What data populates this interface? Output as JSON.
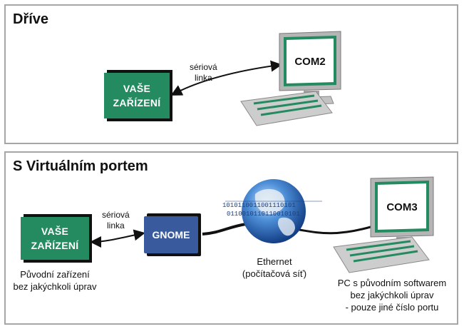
{
  "top_panel": {
    "title": "Dříve",
    "device_line1": "VAŠE",
    "device_line2": "ZAŘÍZENÍ",
    "link_line1": "sériová",
    "link_line2": "linka",
    "pc_screen_label": "COM2"
  },
  "bottom_panel": {
    "title": "S Virtuálním portem",
    "device_line1": "VAŠE",
    "device_line2": "ZAŘÍZENÍ",
    "device_caption_line1": "Původní zařízení",
    "device_caption_line2": "bez jakýchkoli úprav",
    "link_line1": "sériová",
    "link_line2": "linka",
    "gnome_label": "GNOME",
    "network_line1": "Ethernet",
    "network_line2": "(počítačová síť)",
    "pc_screen_label": "COM3",
    "pc_caption_line1": "PC s původním softwarem",
    "pc_caption_line2": "bez jakýchkoli úprav",
    "pc_caption_line3": "- pouze jiné číslo portu"
  },
  "colors": {
    "device_green": "#248a5f",
    "gnome_blue": "#3a5a9e",
    "panel_border": "#a6a6a6",
    "monitor_gray": "#8c8c8c",
    "screen_green_border": "#248a5f",
    "globe_blue": "#2d6fc4"
  },
  "icons": [
    "pc-monitor-icon",
    "keyboard-icon",
    "globe-icon",
    "double-arrow-icon",
    "cable-icon"
  ]
}
